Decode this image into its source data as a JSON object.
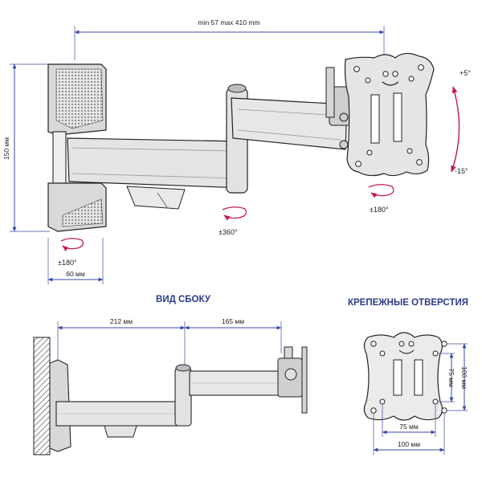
{
  "colors": {
    "dimension_line": "#3a4aa5",
    "rotation_arrow": "#c2185b",
    "heading": "#2b3a8f",
    "metal": "#dcdcdc",
    "outline": "#222222"
  },
  "top_view": {
    "arm_reach": "min 57 max 410 mm",
    "mount_height": "150 мм",
    "mount_width": "60 мм",
    "wall_swivel": "±180°",
    "arm_swivel": "±360°",
    "plate_swivel": "±180°",
    "tilt_up": "+5°",
    "tilt_down": "-15°"
  },
  "side_view": {
    "heading": "ВИД СБОКУ",
    "first_arm": "212 мм",
    "second_arm": "165 мм"
  },
  "mount_holes": {
    "heading": "КРЕПЕЖНЫЕ ОТВЕРСТИЯ",
    "inner_width": "75 мм",
    "outer_width": "100 мм",
    "inner_height": "75 мм",
    "outer_height": "100 мм"
  }
}
